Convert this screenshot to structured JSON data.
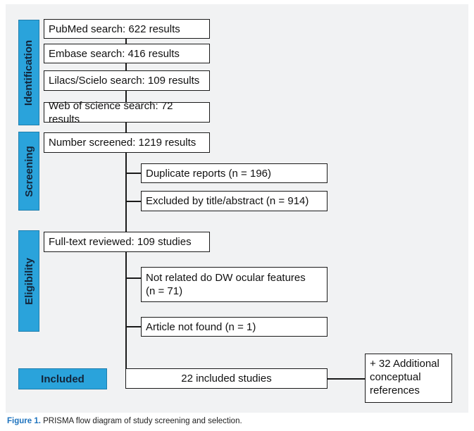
{
  "stages": {
    "identification": "Identification",
    "screening": "Screening",
    "eligibility": "Eligibility",
    "included": "Included"
  },
  "boxes": {
    "pubmed": "PubMed search: 622 results",
    "embase": "Embase search: 416 results",
    "lilacs": "Lilacs/Scielo search: 109 results",
    "wos": "Web of science search: 72 results",
    "screened": "Number screened: 1219 results",
    "duplicates": "Duplicate reports (n = 196)",
    "excluded_title": "Excluded by title/abstract (n = 914)",
    "fulltext": "Full-text reviewed: 109 studies",
    "not_related_line1": "Not related do DW ocular features",
    "not_related_line2": "(n = 71)",
    "not_found": "Article not found (n = 1)",
    "included_studies": "22 included studies",
    "additional_line1": "+ 32 Additional",
    "additional_line2": "conceptual",
    "additional_line3": "references"
  },
  "caption": {
    "label": "Figure 1.",
    "text": " PRISMA flow diagram of study screening and selection."
  },
  "colors": {
    "stage_fill": "#2aa3db",
    "figure_label": "#1e73be",
    "panel_background": "#f1f2f3"
  }
}
